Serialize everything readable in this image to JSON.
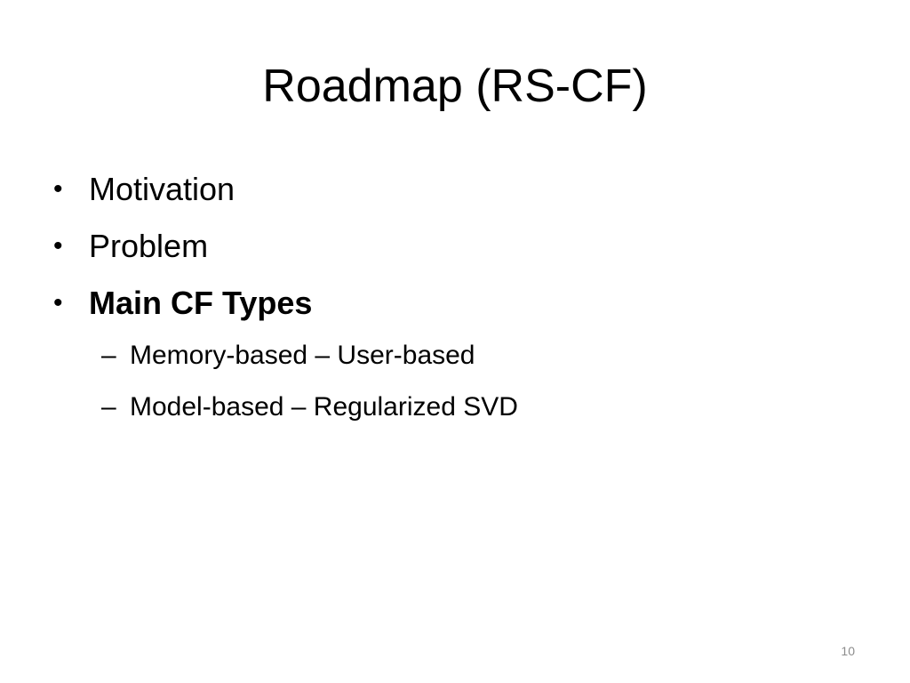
{
  "slide": {
    "title": "Roadmap (RS-CF)",
    "bullets": [
      {
        "marker": "•",
        "text": "Motivation"
      },
      {
        "marker": "•",
        "text": "Problem"
      },
      {
        "marker": "•",
        "text": "Main CF Types"
      }
    ],
    "sub_bullets": [
      {
        "marker": "–",
        "text": "Memory-based – User-based"
      },
      {
        "marker": "–",
        "text": "Model-based – Regularized SVD"
      }
    ],
    "page_number": "10"
  }
}
